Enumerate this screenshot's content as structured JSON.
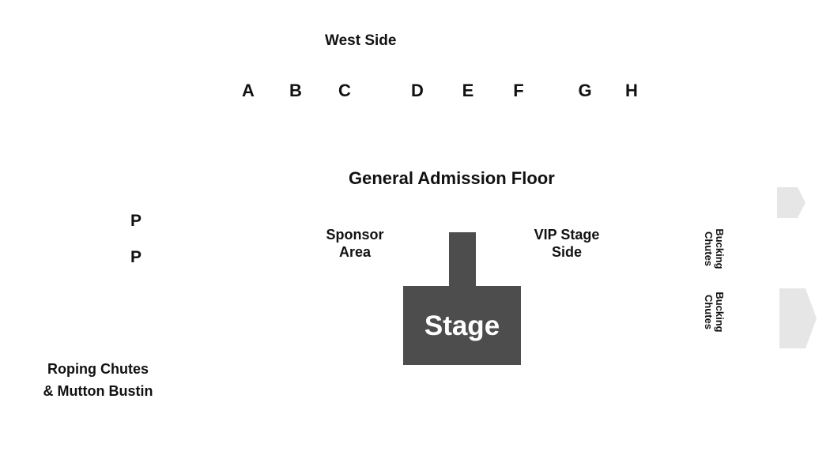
{
  "map": {
    "west_side_label": "West Side",
    "sections": [
      "A",
      "B",
      "C",
      "D",
      "E",
      "F",
      "G",
      "H"
    ],
    "floor_label": "General Admission Floor",
    "parking": [
      "P",
      "P"
    ],
    "sponsor_area": {
      "line1": "Sponsor",
      "line2": "Area"
    },
    "vip_area": {
      "line1": "VIP Stage",
      "line2": "Side"
    },
    "stage_label": "Stage",
    "roping_chutes": {
      "line1": "Roping Chutes",
      "line2": "& Mutton Bustin"
    },
    "bucking_chutes": [
      {
        "line1": "Bucking",
        "line2": "Chutes"
      },
      {
        "line1": "Bucking",
        "line2": "Chutes"
      }
    ]
  },
  "colors": {
    "stage": "#4d4d4d",
    "stage_text": "#ffffff",
    "chute_shape": "#e6e6e6",
    "text": "#111111"
  }
}
